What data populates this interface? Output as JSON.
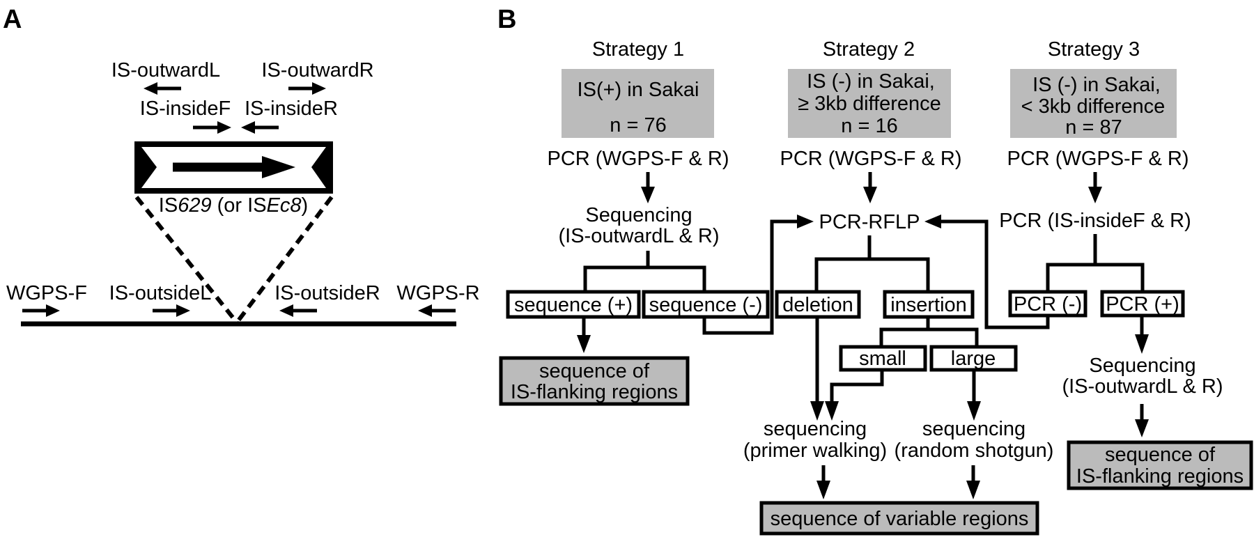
{
  "panels": {
    "a": "A",
    "b": "B"
  },
  "panel_a": {
    "primers_top": {
      "outwardL": "IS-outwardL",
      "outwardR": "IS-outwardR",
      "insideF": "IS-insideF",
      "insideR": "IS-insideR"
    },
    "element_label_prefix": "IS",
    "element_label_italic": "629",
    "element_label_mid": " (or IS",
    "element_label_italic2": "Ec8",
    "element_label_suffix": ")",
    "primers_bottom": {
      "wgpsF": "WGPS-F",
      "outsideL": "IS-outsideL",
      "outsideR": "IS-outsideR",
      "wgpsR": "WGPS-R"
    }
  },
  "panel_b": {
    "strategy1": {
      "title": "Strategy 1",
      "box_line1": "IS(+) in Sakai",
      "box_line2": "n = 76",
      "step1": "PCR (WGPS-F & R)",
      "step2_line1": "Sequencing",
      "step2_line2": "(IS-outwardL & R)",
      "branch_pos": "sequence (+)",
      "branch_neg": "sequence (-)",
      "result_line1": "sequence of",
      "result_line2": "IS-flanking regions"
    },
    "strategy2": {
      "title": "Strategy 2",
      "box_line1": "IS (-) in Sakai,",
      "box_line2": "≥ 3kb difference",
      "box_line3": "n = 16",
      "step1": "PCR (WGPS-F & R)",
      "step2": "PCR-RFLP",
      "deletion": "deletion",
      "insertion": "insertion",
      "small": "small",
      "large": "large",
      "seq_walk_line1": "sequencing",
      "seq_walk_line2": "(primer walking)",
      "seq_shot_line1": "sequencing",
      "seq_shot_line2": "(random shotgun)",
      "result": "sequence of variable regions"
    },
    "strategy3": {
      "title": "Strategy 3",
      "box_line1": "IS (-) in Sakai,",
      "box_line2": "< 3kb difference",
      "box_line3": "n = 87",
      "step1": "PCR (WGPS-F & R)",
      "step2": "PCR (IS-insideF & R)",
      "branch_neg": "PCR (-)",
      "branch_pos": "PCR (+)",
      "step3_line1": "Sequencing",
      "step3_line2": "(IS-outwardL & R)",
      "result_line1": "sequence of",
      "result_line2": "IS-flanking regions"
    }
  }
}
